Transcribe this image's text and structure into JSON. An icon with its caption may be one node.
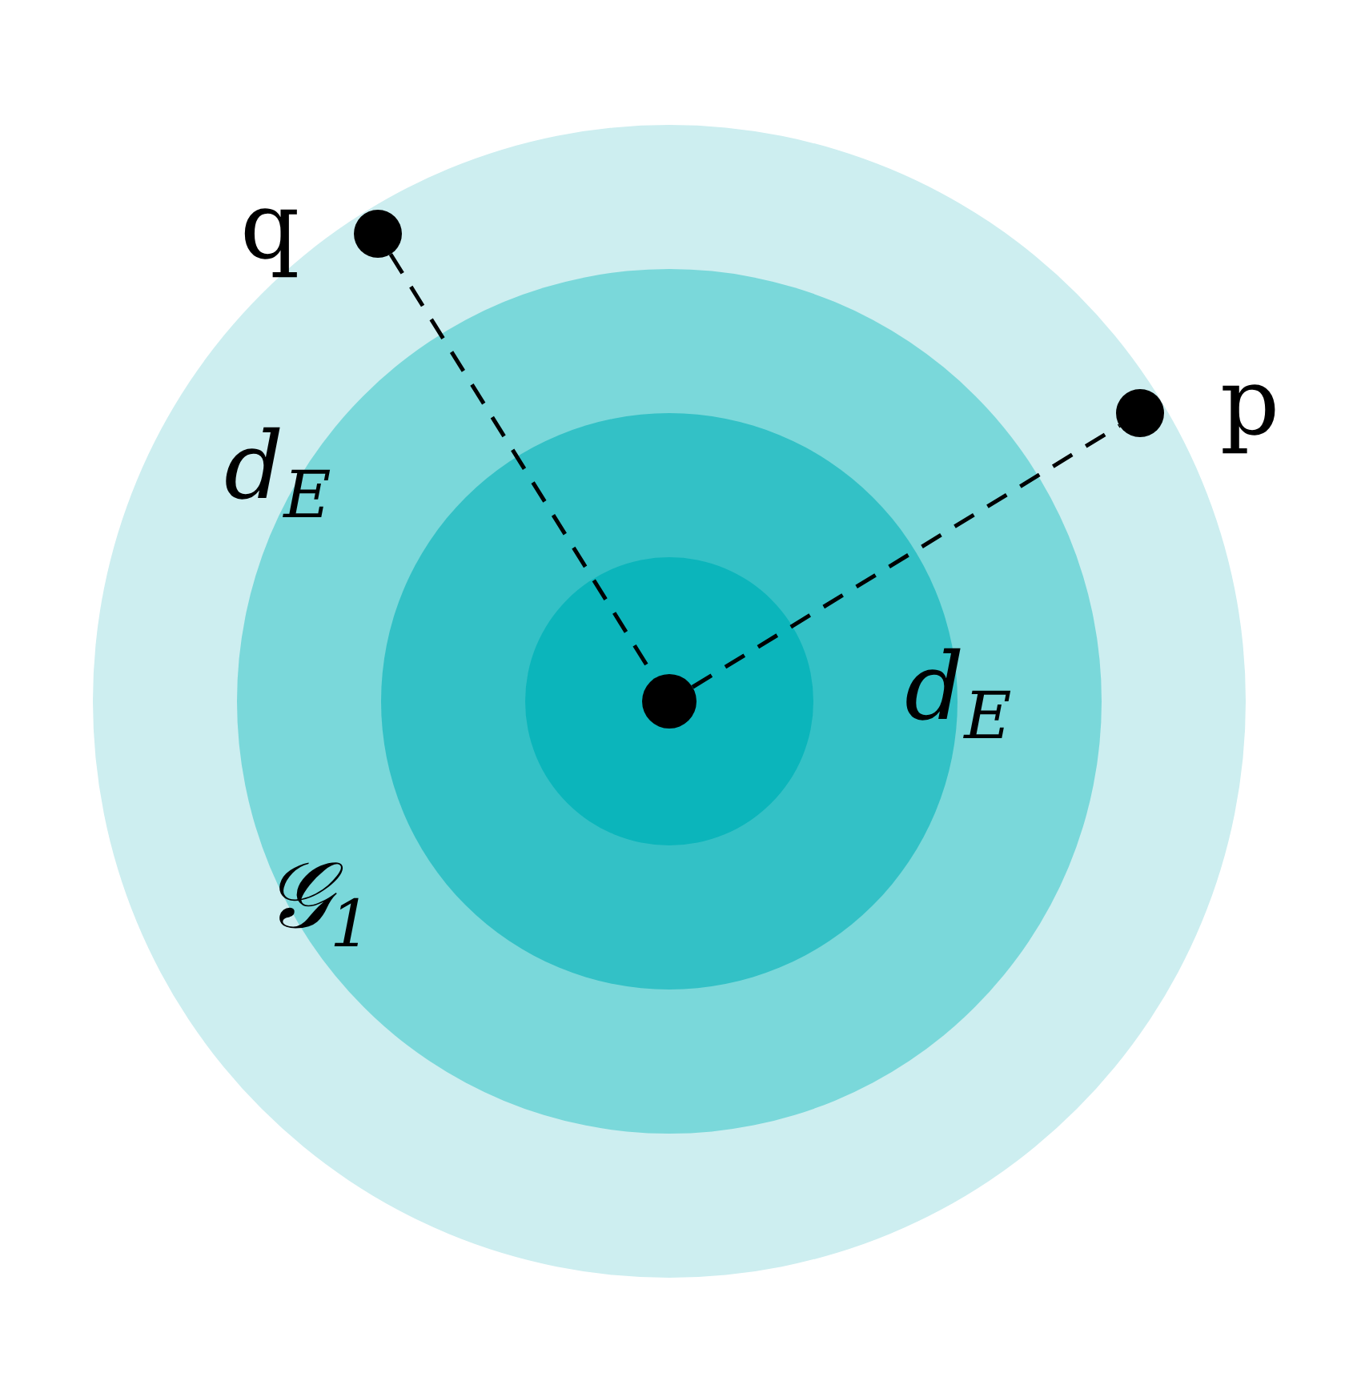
{
  "diagram": {
    "nodes": [
      {
        "text": [],
        "shape": "circle",
        "beside": [
          "q"
        ]
      },
      {
        "text": [],
        "shape": "circle",
        "beside": [
          "p"
        ]
      },
      {
        "text": [],
        "shape": "circle"
      }
    ],
    "edges": [
      {
        "from": 0,
        "to": 2,
        "arrow": "none",
        "style": "dashed"
      },
      {
        "from": 2,
        "to": 1,
        "arrow": "none",
        "style": "dashed"
      }
    ],
    "labels": [
      "d$_{E}$",
      "d$_{E}$",
      "𝒢$_{1}$"
    ]
  }
}
